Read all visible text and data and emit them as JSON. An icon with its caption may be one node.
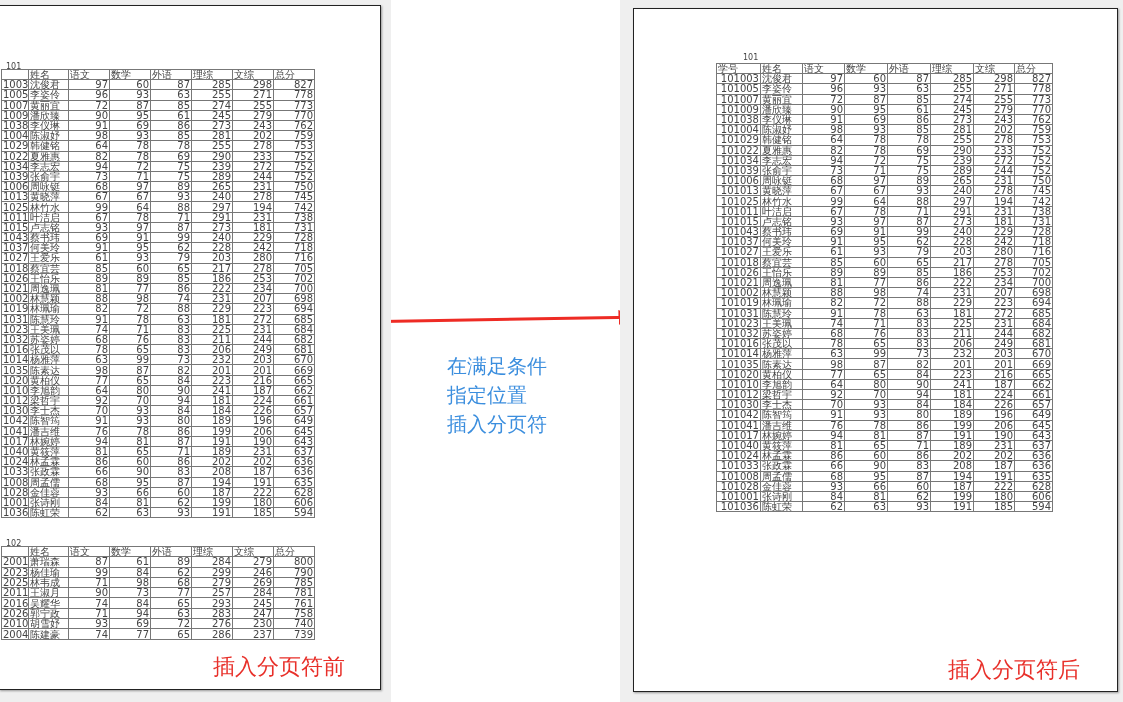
{
  "diagram": {
    "nodes": [
      {
        "text": [
          "插入分页符前"
        ]
      },
      {
        "text": [
          "插入分页符后"
        ]
      }
    ],
    "edges": [
      {
        "from": 0,
        "to": 1,
        "arrow": "to",
        "label": "在满足条件指定位置插入分页符"
      }
    ],
    "labels": [
      "101",
      "姓名",
      "语文",
      "数学",
      "外语",
      "理综",
      "文综",
      "总分",
      "1003",
      "沈俊君",
      "97",
      "60",
      "87",
      "285",
      "298",
      "827",
      "1005",
      "李姿伶",
      "96",
      "93",
      "63",
      "255",
      "271",
      "778",
      "1007",
      "黄丽宜",
      "72",
      "87",
      "85",
      "274",
      "255",
      "773",
      "1009",
      "潘欣臻",
      "90",
      "95",
      "61",
      "245",
      "279",
      "770",
      "1038",
      "李仪琳",
      "91",
      "69",
      "86",
      "273",
      "243",
      "762",
      "1004",
      "陈淑妤",
      "98",
      "93",
      "85",
      "281",
      "202",
      "759",
      "1029",
      "韩健铭",
      "64",
      "78",
      "78",
      "255",
      "278",
      "753",
      "1022",
      "夏雅惠",
      "82",
      "78",
      "69",
      "290",
      "233",
      "752",
      "1034",
      "李志宏",
      "94",
      "72",
      "75",
      "239",
      "272",
      "752",
      "1039",
      "张俞宇",
      "73",
      "71",
      "75",
      "289",
      "244",
      "752",
      "1006",
      "周咏铤",
      "68",
      "97",
      "89",
      "265",
      "231",
      "750",
      "1013",
      "黄晓萍",
      "67",
      "67",
      "93",
      "240",
      "278",
      "745",
      "1025",
      "林竹水",
      "99",
      "64",
      "88",
      "297",
      "194",
      "742",
      "1011",
      "叶洁启",
      "67",
      "78",
      "71",
      "291",
      "231",
      "738",
      "1015",
      "卢志铭",
      "93",
      "97",
      "87",
      "273",
      "181",
      "731",
      "1043",
      "蔡书玮",
      "69",
      "91",
      "99",
      "240",
      "229",
      "728",
      "1037",
      "何美玲",
      "91",
      "95",
      "62",
      "228",
      "242",
      "718",
      "1027",
      "王爱乐",
      "61",
      "93",
      "79",
      "203",
      "280",
      "716",
      "1018",
      "蔡宜芸",
      "85",
      "60",
      "65",
      "217",
      "278",
      "705",
      "1026",
      "王怡乐",
      "89",
      "89",
      "85",
      "186",
      "253",
      "702",
      "1021",
      "周逸珮",
      "81",
      "77",
      "86",
      "222",
      "234",
      "700",
      "1002",
      "林慧颖",
      "88",
      "98",
      "74",
      "231",
      "207",
      "698",
      "1019",
      "林珮瑜",
      "82",
      "72",
      "88",
      "229",
      "223",
      "694",
      "1031",
      "陈慧玲",
      "91",
      "78",
      "63",
      "181",
      "272",
      "685",
      "1023",
      "王美珮",
      "74",
      "71",
      "83",
      "225",
      "231",
      "684",
      "1032",
      "苏姿婷",
      "68",
      "76",
      "83",
      "211",
      "244",
      "682",
      "1016",
      "张茂以",
      "78",
      "65",
      "83",
      "206",
      "249",
      "681",
      "1014",
      "杨雅萍",
      "63",
      "99",
      "73",
      "232",
      "203",
      "670",
      "1035",
      "陈素达",
      "98",
      "87",
      "82",
      "201",
      "201",
      "669",
      "1020",
      "黄柏仪",
      "77",
      "65",
      "84",
      "223",
      "216",
      "665",
      "1010",
      "李旭韵",
      "64",
      "80",
      "90",
      "241",
      "187",
      "662",
      "1012",
      "梁哲宇",
      "92",
      "70",
      "94",
      "181",
      "224",
      "661",
      "1030",
      "李士杰",
      "70",
      "93",
      "84",
      "184",
      "226",
      "657",
      "1042",
      "陈智筠",
      "91",
      "93",
      "80",
      "189",
      "196",
      "649",
      "1041",
      "潘吉维",
      "76",
      "78",
      "86",
      "199",
      "206",
      "645",
      "1017",
      "林婉婷",
      "94",
      "81",
      "87",
      "191",
      "190",
      "643",
      "1040",
      "黄筱萍",
      "81",
      "65",
      "71",
      "189",
      "231",
      "637",
      "1024",
      "林孟霖",
      "86",
      "60",
      "86",
      "202",
      "202",
      "636",
      "1033",
      "张政霖",
      "66",
      "90",
      "83",
      "208",
      "187",
      "636",
      "1008",
      "周孟儒",
      "68",
      "95",
      "87",
      "194",
      "191",
      "635",
      "1028",
      "金佳蓉",
      "93",
      "66",
      "60",
      "187",
      "222",
      "628",
      "1001",
      "张诗刚",
      "84",
      "81",
      "62",
      "199",
      "180",
      "606",
      "1036",
      "陈虹荣",
      "62",
      "63",
      "93",
      "191",
      "185",
      "594",
      "102",
      "姓名",
      "语文",
      "数学",
      "外语",
      "理综",
      "文综",
      "总分",
      "2001",
      "萧瑞森",
      "87",
      "61",
      "89",
      "284",
      "279",
      "800",
      "2023",
      "杨佳瑜",
      "99",
      "84",
      "62",
      "299",
      "246",
      "790",
      "2025",
      "林韦成",
      "71",
      "98",
      "68",
      "279",
      "269",
      "785",
      "2011",
      "王淑月",
      "90",
      "73",
      "77",
      "257",
      "284",
      "781",
      "2016",
      "吴耀华",
      "74",
      "84",
      "65",
      "293",
      "245",
      "761",
      "2026",
      "郭宁政",
      "71",
      "94",
      "63",
      "283",
      "247",
      "758",
      "2010",
      "胡雪妤",
      "93",
      "69",
      "72",
      "276",
      "230",
      "740",
      "2004",
      "陈建豪",
      "74",
      "77",
      "65",
      "286",
      "237",
      "739",
      "101",
      "学号",
      "姓名",
      "语文",
      "数学",
      "外语",
      "理综",
      "文综",
      "总分",
      "101003",
      "沈俊君",
      "97",
      "60",
      "87",
      "285",
      "298",
      "827",
      "101005",
      "李姿伶",
      "96",
      "93",
      "63",
      "255",
      "271",
      "778",
      "101007",
      "黄丽宜",
      "72",
      "87",
      "85",
      "274",
      "255",
      "773",
      "101009",
      "潘欣臻",
      "90",
      "95",
      "61",
      "245",
      "279",
      "770",
      "101038",
      "李仪琳",
      "91",
      "69",
      "86",
      "273",
      "243",
      "762",
      "101004",
      "陈淑妤",
      "98",
      "93",
      "85",
      "281",
      "202",
      "759",
      "101029",
      "韩健铭",
      "64",
      "78",
      "78",
      "255",
      "278",
      "753",
      "101022",
      "夏雅惠",
      "82",
      "78",
      "69",
      "290",
      "233",
      "752",
      "101034",
      "李志宏",
      "94",
      "72",
      "75",
      "239",
      "272",
      "752",
      "101039",
      "张俞宇",
      "73",
      "71",
      "75",
      "289",
      "244",
      "752",
      "101006",
      "周咏铤",
      "68",
      "97",
      "89",
      "265",
      "231",
      "750",
      "101013",
      "黄晓萍",
      "67",
      "67",
      "93",
      "240",
      "278",
      "745",
      "101025",
      "林竹水",
      "99",
      "64",
      "88",
      "297",
      "194",
      "742",
      "101011",
      "叶洁启",
      "67",
      "78",
      "71",
      "291",
      "231",
      "738",
      "101015",
      "卢志铭",
      "93",
      "97",
      "87",
      "273",
      "181",
      "731",
      "101043",
      "蔡书玮",
      "69",
      "91",
      "99",
      "240",
      "229",
      "728",
      "101037",
      "何美玲",
      "91",
      "95",
      "62",
      "228",
      "242",
      "718",
      "101027",
      "王爱乐",
      "61",
      "93",
      "79",
      "203",
      "280",
      "716",
      "101018",
      "蔡宜芸",
      "85",
      "60",
      "65",
      "217",
      "278",
      "705",
      "101026",
      "王怡乐",
      "89",
      "89",
      "85",
      "186",
      "253",
      "702",
      "101021",
      "周逸珮",
      "81",
      "77",
      "86",
      "222",
      "234",
      "700",
      "101002",
      "林慧颖",
      "88",
      "98",
      "74",
      "231",
      "207",
      "698",
      "101019",
      "林珮瑜",
      "82",
      "72",
      "88",
      "229",
      "223",
      "694",
      "101031",
      "陈慧玲",
      "91",
      "78",
      "63",
      "181",
      "272",
      "685",
      "101023",
      "王美珮",
      "74",
      "71",
      "83",
      "225",
      "231",
      "684",
      "101032",
      "苏姿婷",
      "68",
      "76",
      "83",
      "211",
      "244",
      "682",
      "101016",
      "张茂以",
      "78",
      "65",
      "83",
      "206",
      "249",
      "681",
      "101014",
      "杨雅萍",
      "63",
      "99",
      "73",
      "232",
      "203",
      "670",
      "101035",
      "陈素达",
      "98",
      "87",
      "82",
      "201",
      "201",
      "669",
      "101020",
      "黄柏仪",
      "77",
      "65",
      "84",
      "223",
      "216",
      "665",
      "101010",
      "李旭韵",
      "64",
      "80",
      "90",
      "241",
      "187",
      "662",
      "101012",
      "梁哲宇",
      "92",
      "70",
      "94",
      "181",
      "224",
      "661",
      "101030",
      "李士杰",
      "70",
      "93",
      "84",
      "184",
      "226",
      "657",
      "101042",
      "陈智筠",
      "91",
      "93",
      "80",
      "189",
      "196",
      "649",
      "101041",
      "潘吉维",
      "76",
      "78",
      "86",
      "199",
      "206",
      "645",
      "101017",
      "林婉婷",
      "94",
      "81",
      "87",
      "191",
      "190",
      "643",
      "101040",
      "黄筱萍",
      "81",
      "65",
      "71",
      "189",
      "231",
      "637",
      "101024",
      "林孟霖",
      "86",
      "60",
      "86",
      "202",
      "202",
      "636",
      "101033",
      "张政霖",
      "66",
      "90",
      "83",
      "208",
      "187",
      "636",
      "101008",
      "周孟儒",
      "68",
      "95",
      "87",
      "194",
      "191",
      "635",
      "101028",
      "金佳蓉",
      "93",
      "66",
      "60",
      "187",
      "222",
      "628",
      "101001",
      "张诗刚",
      "84",
      "81",
      "62",
      "199",
      "180",
      "606",
      "101036",
      "陈虹荣",
      "62",
      "63",
      "93",
      "191",
      "185",
      "594"
    ]
  }
}
